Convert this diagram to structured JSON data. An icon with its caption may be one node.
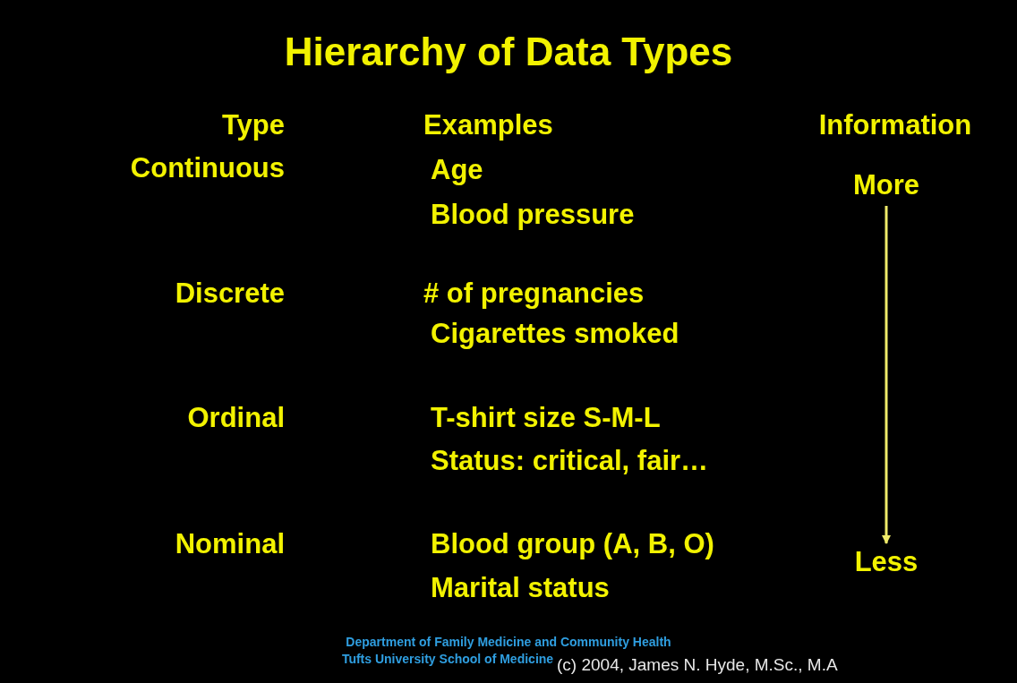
{
  "diagram": {
    "title": "Hierarchy of Data Types",
    "nodes": [
      {
        "text": [
          "More"
        ]
      },
      {
        "text": [
          "Less"
        ]
      }
    ],
    "edges": [
      {
        "from": 0,
        "to": 1,
        "arrow": "to"
      }
    ],
    "labels": [
      "Type",
      "Examples",
      "Information",
      "Continuous",
      "Age",
      "Blood pressure",
      "Discrete",
      "# of pregnancies",
      "Cigarettes smoked",
      "Ordinal",
      "T-shirt size S-M-L",
      "Status: critical, fair…",
      "Nominal",
      "Blood group (A, B, O)",
      "Marital status",
      "Department of Family Medicine and Community Health",
      "Tufts University School of Medicine",
      "(c) 2004, James N. Hyde, M.Sc., M.A"
    ]
  }
}
